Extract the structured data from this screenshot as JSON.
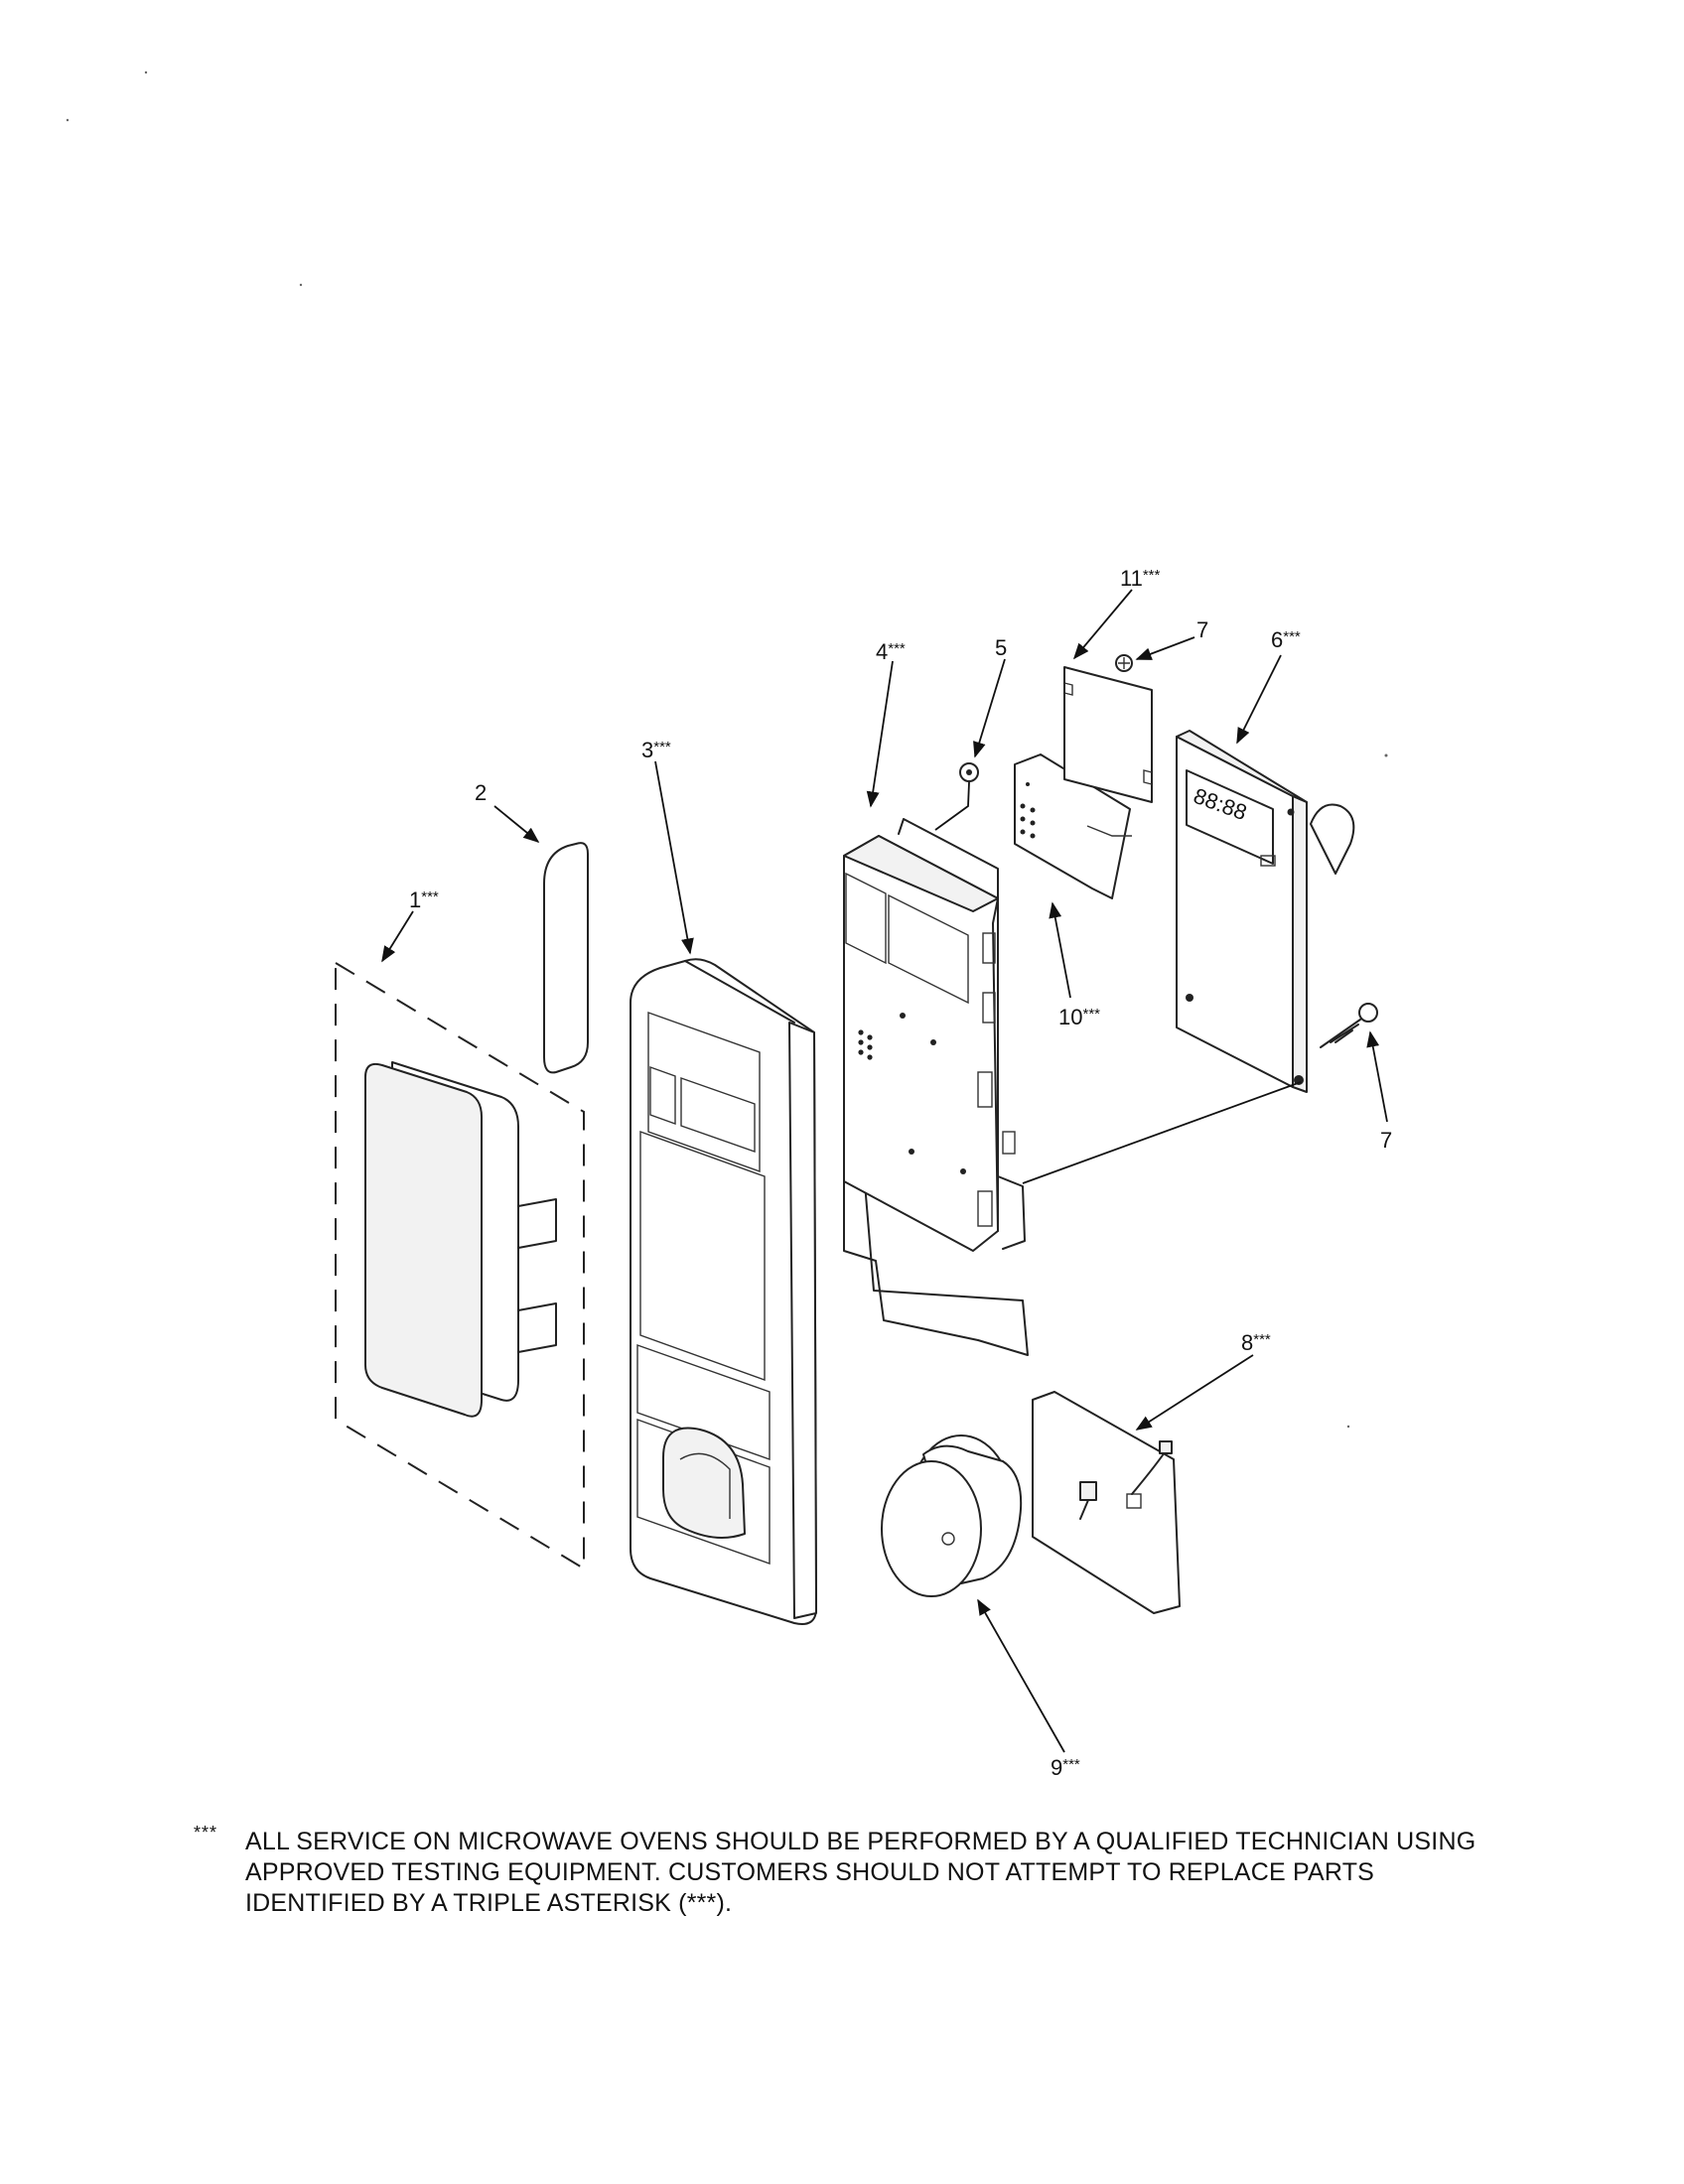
{
  "callouts": [
    {
      "id": "1",
      "num": "1",
      "suffix": "***"
    },
    {
      "id": "2",
      "num": "2",
      "suffix": ""
    },
    {
      "id": "3",
      "num": "3",
      "suffix": "***"
    },
    {
      "id": "4",
      "num": "4",
      "suffix": "***"
    },
    {
      "id": "5",
      "num": "5",
      "suffix": ""
    },
    {
      "id": "6",
      "num": "6",
      "suffix": "***"
    },
    {
      "id": "7a",
      "num": "7",
      "suffix": ""
    },
    {
      "id": "7b",
      "num": "7",
      "suffix": ""
    },
    {
      "id": "8",
      "num": "8",
      "suffix": "***"
    },
    {
      "id": "9",
      "num": "9",
      "suffix": "***"
    },
    {
      "id": "10",
      "num": "10",
      "suffix": "***"
    },
    {
      "id": "11",
      "num": "11",
      "suffix": "***"
    }
  ],
  "display_digits": "88:88",
  "footnote": {
    "mark": "***",
    "lines": [
      "ALL SERVICE ON MICROWAVE OVENS SHOULD BE PERFORMED BY A QUALIFIED TECHNICIAN USING",
      "APPROVED TESTING EQUIPMENT.  CUSTOMERS SHOULD NOT ATTEMPT TO REPLACE PARTS",
      "IDENTIFIED BY A TRIPLE ASTERISK (***)."
    ]
  }
}
